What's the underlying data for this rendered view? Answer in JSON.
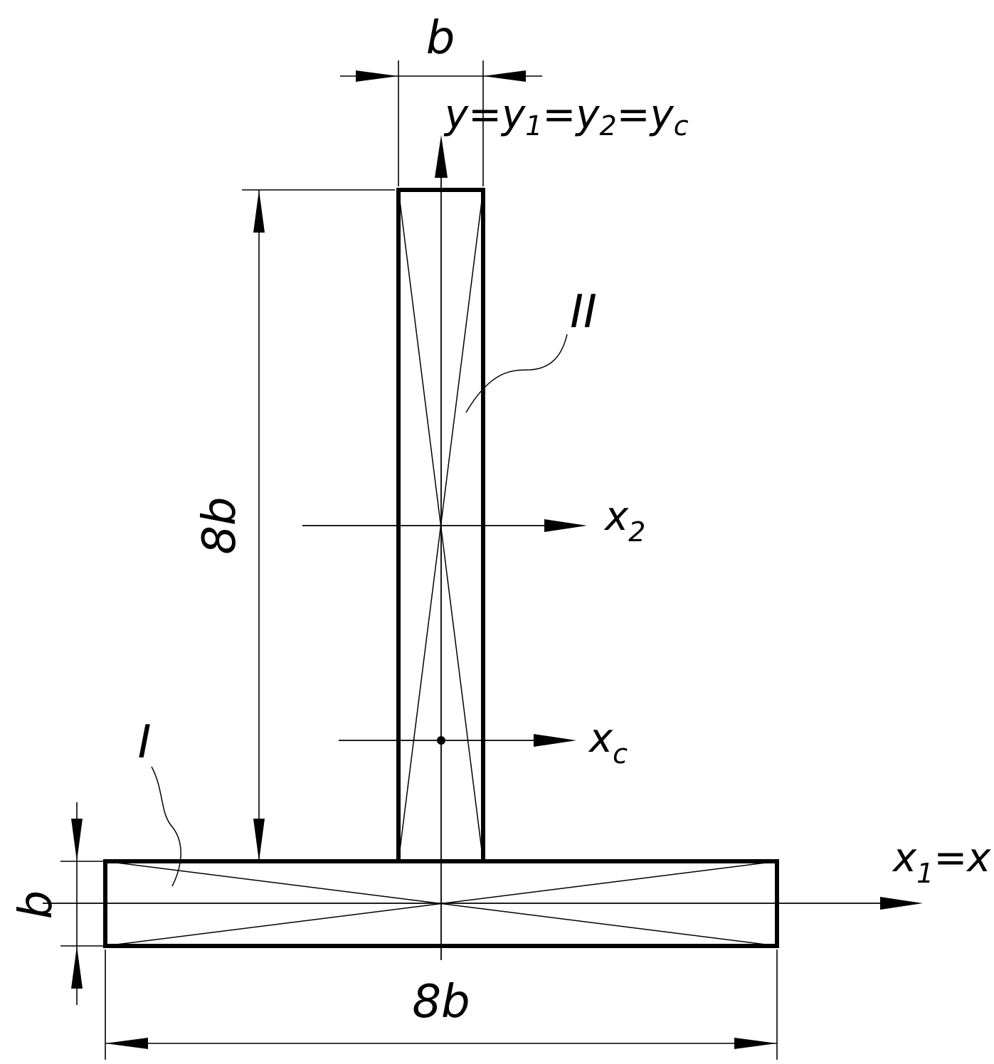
{
  "labels": {
    "top_width": "b",
    "height": "8b",
    "flange_thickness": "b",
    "bottom_width": "8b",
    "part_web": "II",
    "part_flange": "I"
  },
  "axes": {
    "y_axis": {
      "main": "y",
      "eq1": "=y",
      "sub1": "1",
      "eq2": "=y",
      "sub2": "2",
      "eq3": "=y",
      "subc": "c"
    },
    "x2_axis": {
      "main": "x",
      "sub": "2"
    },
    "xc_axis": {
      "main": "x",
      "sub": "c"
    },
    "x1_axis": {
      "main": "x",
      "sub": "1",
      "rest": "=x"
    }
  }
}
